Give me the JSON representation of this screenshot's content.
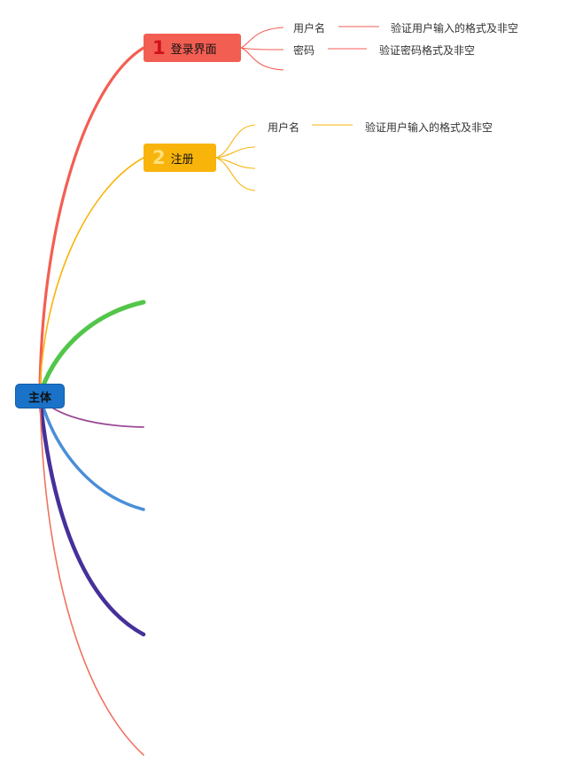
{
  "root": {
    "label": "主体",
    "color": "#1a73c8"
  },
  "branches": [
    {
      "badge": "1",
      "label": "登录界面",
      "color": "#f35e53",
      "children": [
        {
          "label": "用户名",
          "detail": "验证用户输入的格式及非空"
        },
        {
          "label": "密码",
          "detail": "验证密码格式及非空"
        },
        {
          "label": "",
          "detail": ""
        }
      ]
    },
    {
      "badge": "2",
      "label": "注册",
      "color": "#f9b40b",
      "children": [
        {
          "label": "用户名",
          "detail": "验证用户输入的格式及非空"
        },
        {
          "label": "",
          "detail": ""
        },
        {
          "label": "",
          "detail": ""
        },
        {
          "label": "",
          "detail": ""
        }
      ]
    },
    {
      "label": "",
      "color": "#52c64a"
    },
    {
      "label": "",
      "color": "#9a4a94"
    },
    {
      "label": "",
      "color": "#4a8ed8"
    },
    {
      "label": "",
      "color": "#46309a"
    },
    {
      "label": "",
      "color": "#f07360"
    }
  ]
}
